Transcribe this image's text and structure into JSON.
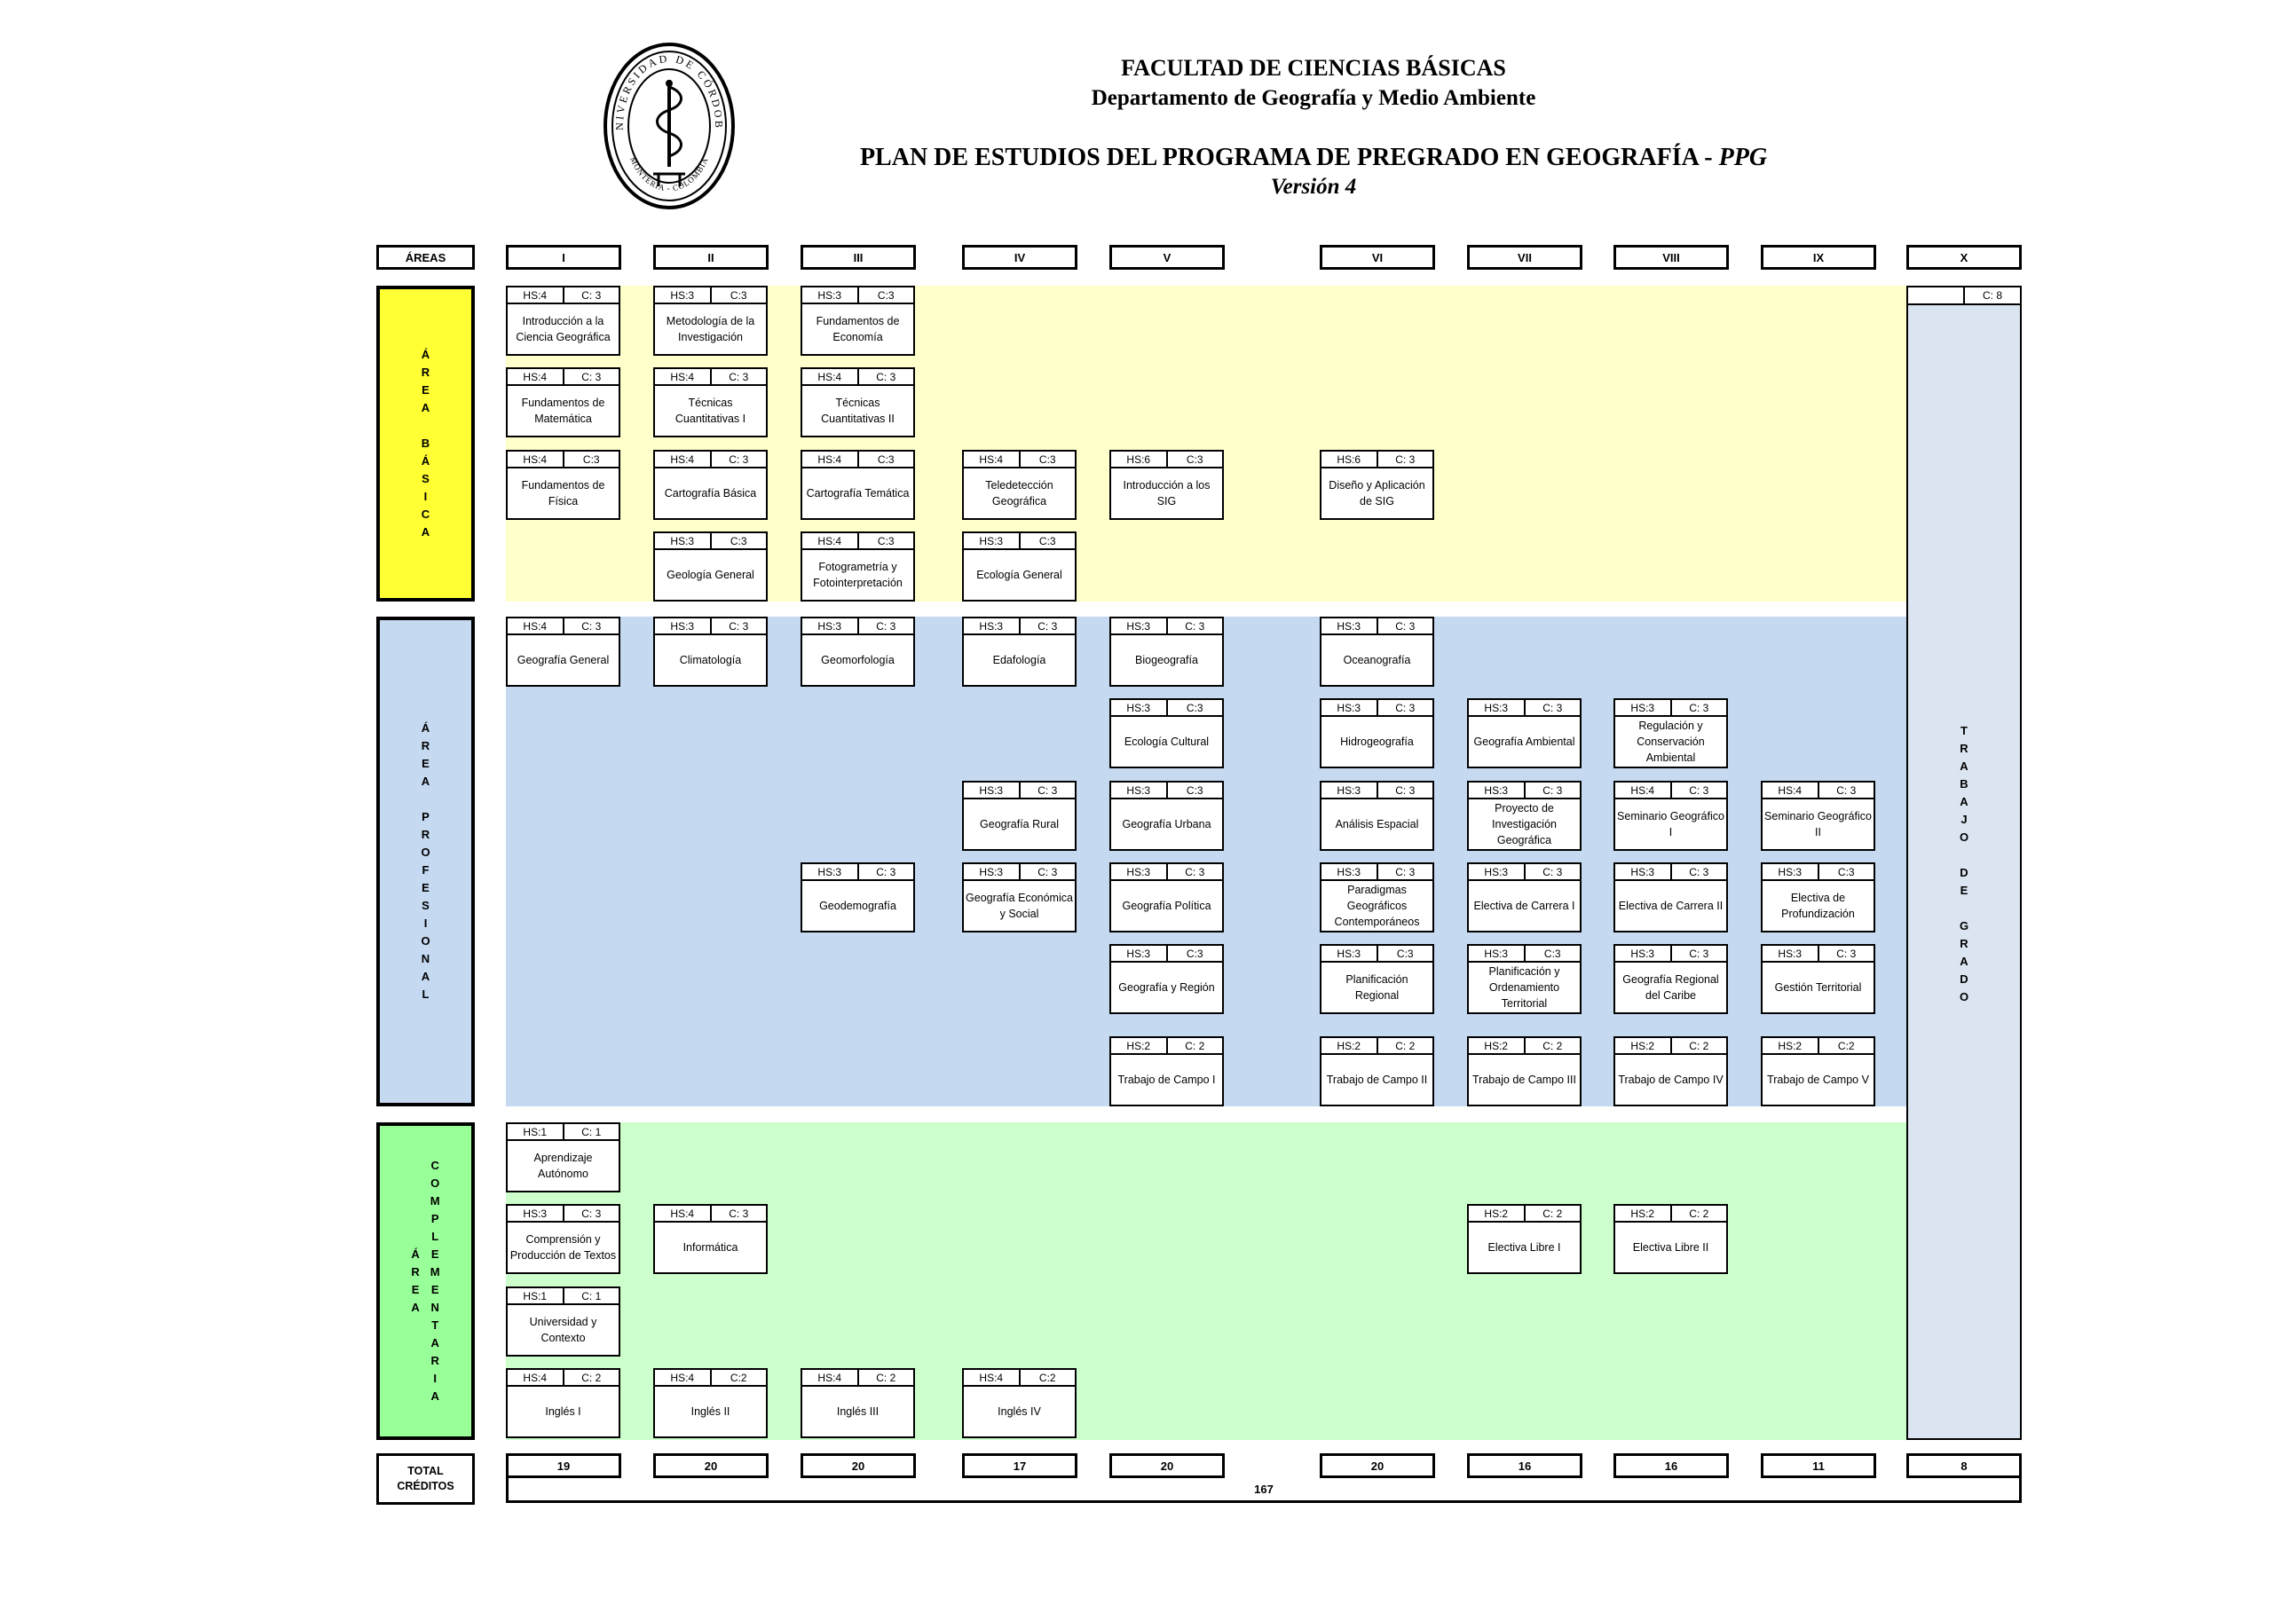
{
  "header": {
    "faculty": "FACULTAD DE CIENCIAS BÁSICAS",
    "department": "Departamento de Geografía y Medio Ambiente",
    "plan_title": "PLAN DE ESTUDIOS DEL PROGRAMA DE PREGRADO EN GEOGRAFÍA - ",
    "plan_abbr": "PPG",
    "version": "Versión 4"
  },
  "seal": {
    "university": "UNIVERSIDAD DE CÓRDOBA",
    "city": "MONTERÍA - COLOMBIA"
  },
  "column_headers": {
    "areas": "ÁREAS",
    "semesters": [
      "I",
      "II",
      "III",
      "IV",
      "V",
      "VI",
      "VII",
      "VIII",
      "IX",
      "X"
    ]
  },
  "area_labels": {
    "basica": {
      "col1": "ÁREA",
      "col2": "",
      "col3": "BÁSICA"
    },
    "profesional": {
      "col1": "ÁREA",
      "col2": "",
      "col3": "PROFESIONAL"
    },
    "complementaria": {
      "col1": "ÁREA",
      "col2": "COMPLEMENTARIA"
    }
  },
  "colors": {
    "basica_label": "#ffff33",
    "basica_band": "#ffffcc",
    "profesional_label": "#c5d9f1",
    "profesional_band": "#c5d9f1",
    "complementaria_label": "#99ff99",
    "complementaria_band": "#ccffcc",
    "trabajo_grado": "#dae5f1"
  },
  "courses": [
    {
      "sem": 0,
      "row": 0,
      "hs": "HS:4",
      "cr": "C: 3",
      "name": "Introducción a la Ciencia Geográfica"
    },
    {
      "sem": 1,
      "row": 0,
      "hs": "HS:3",
      "cr": "C:3",
      "name": "Metodología de la Investigación"
    },
    {
      "sem": 2,
      "row": 0,
      "hs": "HS:3",
      "cr": "C:3",
      "name": "Fundamentos de Economía"
    },
    {
      "sem": 0,
      "row": 1,
      "hs": "HS:4",
      "cr": "C: 3",
      "name": "Fundamentos de Matemática"
    },
    {
      "sem": 1,
      "row": 1,
      "hs": "HS:4",
      "cr": "C: 3",
      "name": "Técnicas Cuantitativas I"
    },
    {
      "sem": 2,
      "row": 1,
      "hs": "HS:4",
      "cr": "C: 3",
      "name": "Técnicas Cuantitativas II"
    },
    {
      "sem": 0,
      "row": 2,
      "hs": "HS:4",
      "cr": "C:3",
      "name": "Fundamentos de Física"
    },
    {
      "sem": 1,
      "row": 2,
      "hs": "HS:4",
      "cr": "C: 3",
      "name": "Cartografía Básica"
    },
    {
      "sem": 2,
      "row": 2,
      "hs": "HS:4",
      "cr": "C:3",
      "name": "Cartografía Temática"
    },
    {
      "sem": 3,
      "row": 2,
      "hs": "HS:4",
      "cr": "C:3",
      "name": "Teledetección Geográfica"
    },
    {
      "sem": 4,
      "row": 2,
      "hs": "HS:6",
      "cr": "C:3",
      "name": "Introducción a los SIG"
    },
    {
      "sem": 5,
      "row": 2,
      "hs": "HS:6",
      "cr": "C: 3",
      "name": "Diseño y Aplicación de SIG"
    },
    {
      "sem": 1,
      "row": 3,
      "hs": "HS:3",
      "cr": "C:3",
      "name": "Geología General"
    },
    {
      "sem": 2,
      "row": 3,
      "hs": "HS:4",
      "cr": "C:3",
      "name": "Fotogrametría y Fotointerpretación"
    },
    {
      "sem": 3,
      "row": 3,
      "hs": "HS:3",
      "cr": "C:3",
      "name": "Ecología General"
    },
    {
      "sem": 0,
      "row": 4,
      "hs": "HS:4",
      "cr": "C: 3",
      "name": "Geografía General"
    },
    {
      "sem": 1,
      "row": 4,
      "hs": "HS:3",
      "cr": "C: 3",
      "name": "Climatología"
    },
    {
      "sem": 2,
      "row": 4,
      "hs": "HS:3",
      "cr": "C: 3",
      "name": "Geomorfología"
    },
    {
      "sem": 3,
      "row": 4,
      "hs": "HS:3",
      "cr": "C: 3",
      "name": "Edafología"
    },
    {
      "sem": 4,
      "row": 4,
      "hs": "HS:3",
      "cr": "C: 3",
      "name": "Biogeografía"
    },
    {
      "sem": 5,
      "row": 4,
      "hs": "HS:3",
      "cr": "C: 3",
      "name": "Oceanografía"
    },
    {
      "sem": 4,
      "row": 5,
      "hs": "HS:3",
      "cr": "C:3",
      "name": "Ecología Cultural"
    },
    {
      "sem": 5,
      "row": 5,
      "hs": "HS:3",
      "cr": "C: 3",
      "name": "Hidrogeografía"
    },
    {
      "sem": 6,
      "row": 5,
      "hs": "HS:3",
      "cr": "C: 3",
      "name": "Geografía Ambiental"
    },
    {
      "sem": 7,
      "row": 5,
      "hs": "HS:3",
      "cr": "C: 3",
      "name": "Regulación y Conservación Ambiental"
    },
    {
      "sem": 3,
      "row": 6,
      "hs": "HS:3",
      "cr": "C: 3",
      "name": "Geografía Rural"
    },
    {
      "sem": 4,
      "row": 6,
      "hs": "HS:3",
      "cr": "C:3",
      "name": "Geografía Urbana"
    },
    {
      "sem": 5,
      "row": 6,
      "hs": "HS:3",
      "cr": "C: 3",
      "name": "Análisis Espacial"
    },
    {
      "sem": 6,
      "row": 6,
      "hs": "HS:3",
      "cr": "C: 3",
      "name": "Proyecto de Investigación Geográfica"
    },
    {
      "sem": 7,
      "row": 6,
      "hs": "HS:4",
      "cr": "C: 3",
      "name": "Seminario Geográfico I"
    },
    {
      "sem": 8,
      "row": 6,
      "hs": "HS:4",
      "cr": "C: 3",
      "name": "Seminario Geográfico II"
    },
    {
      "sem": 2,
      "row": 7,
      "hs": "HS:3",
      "cr": "C: 3",
      "name": "Geodemografía"
    },
    {
      "sem": 3,
      "row": 7,
      "hs": "HS:3",
      "cr": "C: 3",
      "name": "Geografía Económica y Social"
    },
    {
      "sem": 4,
      "row": 7,
      "hs": "HS:3",
      "cr": "C: 3",
      "name": "Geografía Política"
    },
    {
      "sem": 5,
      "row": 7,
      "hs": "HS:3",
      "cr": "C: 3",
      "name": "Paradigmas Geográficos Contemporáneos"
    },
    {
      "sem": 6,
      "row": 7,
      "hs": "HS:3",
      "cr": "C: 3",
      "name": "Electiva de Carrera  I"
    },
    {
      "sem": 7,
      "row": 7,
      "hs": "HS:3",
      "cr": "C: 3",
      "name": "Electiva de Carrera II"
    },
    {
      "sem": 8,
      "row": 7,
      "hs": "HS:3",
      "cr": "C:3",
      "name": "Electiva de Profundización"
    },
    {
      "sem": 4,
      "row": 8,
      "hs": "HS:3",
      "cr": "C:3",
      "name": "Geografía y Región"
    },
    {
      "sem": 5,
      "row": 8,
      "hs": "HS:3",
      "cr": "C:3",
      "name": "Planificación Regional"
    },
    {
      "sem": 6,
      "row": 8,
      "hs": "HS:3",
      "cr": "C:3",
      "name": "Planificación y Ordenamiento Territorial"
    },
    {
      "sem": 7,
      "row": 8,
      "hs": "HS:3",
      "cr": "C: 3",
      "name": "Geografía Regional del Caribe"
    },
    {
      "sem": 8,
      "row": 8,
      "hs": "HS:3",
      "cr": "C: 3",
      "name": "Gestión Territorial"
    },
    {
      "sem": 4,
      "row": 9,
      "hs": "HS:2",
      "cr": "C: 2",
      "name": "Trabajo de Campo I"
    },
    {
      "sem": 5,
      "row": 9,
      "hs": "HS:2",
      "cr": "C: 2",
      "name": "Trabajo de Campo II"
    },
    {
      "sem": 6,
      "row": 9,
      "hs": "HS:2",
      "cr": "C: 2",
      "name": "Trabajo de Campo III"
    },
    {
      "sem": 7,
      "row": 9,
      "hs": "HS:2",
      "cr": "C: 2",
      "name": "Trabajo de Campo IV"
    },
    {
      "sem": 8,
      "row": 9,
      "hs": "HS:2",
      "cr": "C:2",
      "name": "Trabajo de Campo V"
    },
    {
      "sem": 0,
      "row": 10,
      "hs": "HS:1",
      "cr": "C: 1",
      "name": "Aprendizaje Autónomo"
    },
    {
      "sem": 0,
      "row": 11,
      "hs": "HS:3",
      "cr": "C: 3",
      "name": "Comprensión y Producción de Textos"
    },
    {
      "sem": 1,
      "row": 11,
      "hs": "HS:4",
      "cr": "C: 3",
      "name": "Informática"
    },
    {
      "sem": 6,
      "row": 11,
      "hs": "HS:2",
      "cr": "C: 2",
      "name": "Electiva Libre I"
    },
    {
      "sem": 7,
      "row": 11,
      "hs": "HS:2",
      "cr": "C: 2",
      "name": "Electiva Libre II"
    },
    {
      "sem": 0,
      "row": 12,
      "hs": "HS:1",
      "cr": "C: 1",
      "name": "Universidad y Contexto"
    },
    {
      "sem": 0,
      "row": 13,
      "hs": "HS:4",
      "cr": "C: 2",
      "name": "Inglés I"
    },
    {
      "sem": 1,
      "row": 13,
      "hs": "HS:4",
      "cr": "C:2",
      "name": "Inglés II"
    },
    {
      "sem": 2,
      "row": 13,
      "hs": "HS:4",
      "cr": "C: 2",
      "name": "Inglés III"
    },
    {
      "sem": 3,
      "row": 13,
      "hs": "HS:4",
      "cr": "C:2",
      "name": "Inglés IV"
    }
  ],
  "trabajo_grado": {
    "hs": "",
    "cr": "C: 8",
    "label": "TRABAJO DE GRADO"
  },
  "totals": {
    "label_line1": "TOTAL",
    "label_line2": "CRÉDITOS",
    "per_semester": [
      "19",
      "20",
      "20",
      "17",
      "20",
      "20",
      "16",
      "16",
      "11",
      "8"
    ],
    "grand_total": "167"
  }
}
